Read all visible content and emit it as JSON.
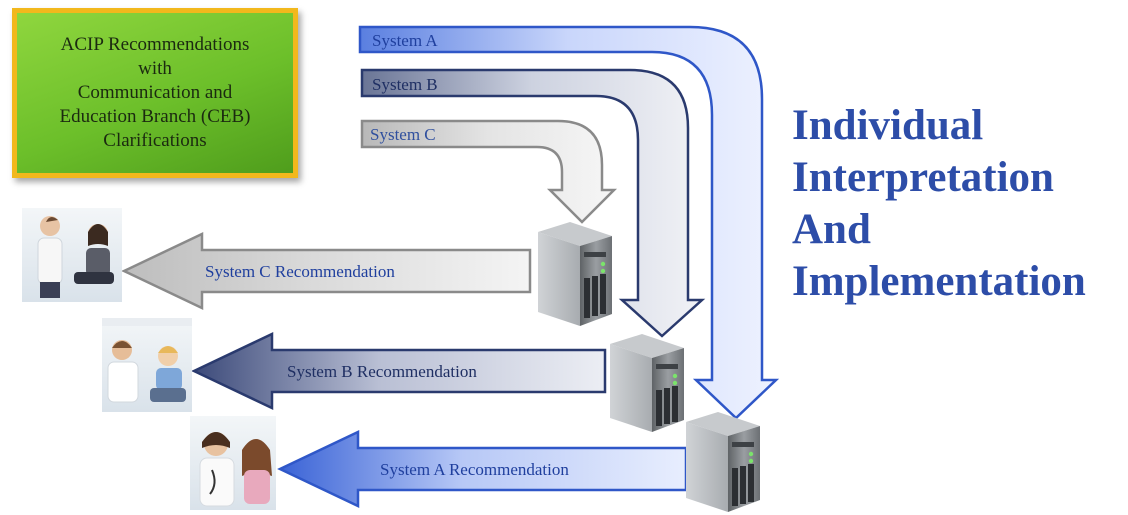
{
  "source_box": {
    "lines": [
      "ACIP Recommendations",
      "with",
      "Communication and",
      "Education Branch (CEB)",
      "Clarifications"
    ]
  },
  "arrows": {
    "system_a": "System A",
    "system_b": "System B",
    "system_c": "System C"
  },
  "recommendations": {
    "c": "System C Recommendation",
    "b": "System B Recommendation",
    "a": "System A Recommendation"
  },
  "heading": {
    "lines": [
      "Individual",
      "Interpretation",
      "And",
      "Implementation"
    ]
  },
  "colors": {
    "source_box_fill": "#6cbf2a",
    "source_box_border": "#f2b81c",
    "heading": "#2d4da8",
    "system_a": "#2f57c8",
    "system_b": "#2a3a6e",
    "system_c": "#8a8a8a"
  },
  "icons": {
    "servers": "server-tower-icon",
    "photos": "doctor-patient-photo"
  }
}
